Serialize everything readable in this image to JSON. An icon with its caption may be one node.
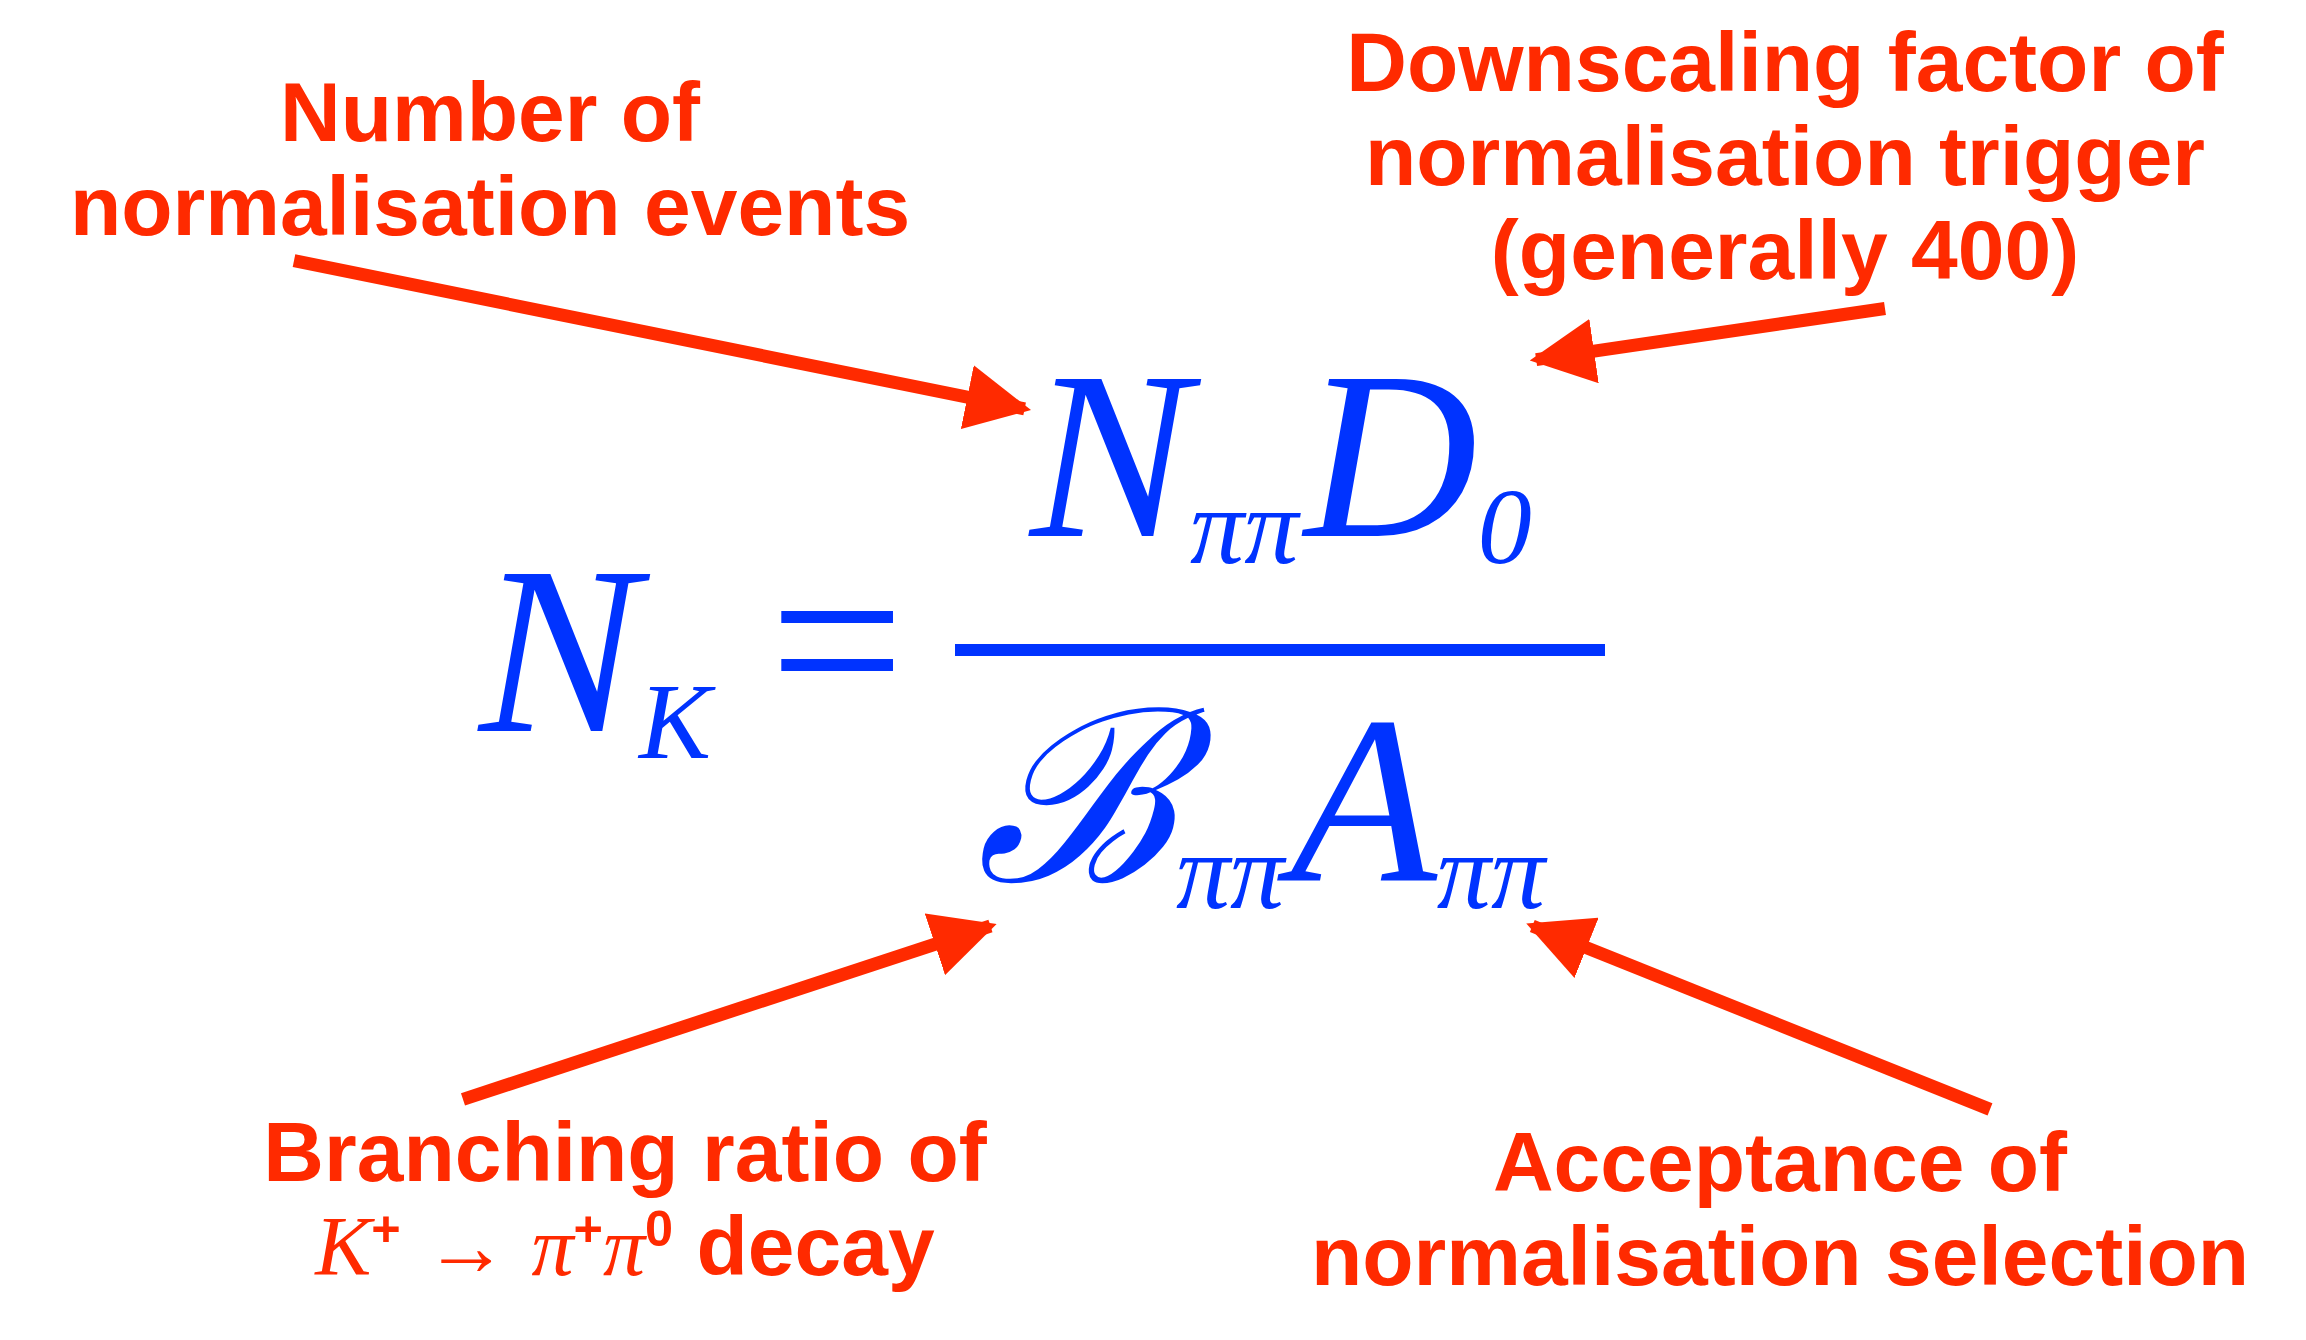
{
  "diagram": {
    "nodes": [
      {
        "text": [
          "Number of normalisation events"
        ]
      },
      {
        "text": [
          "Downscaling factor of normalisation trigger (generally 400)"
        ]
      },
      {
        "text": [
          "Branching ratio of *K*$^{+}$ → *π*$^{+}$*π*$^{0}$ decay"
        ]
      },
      {
        "text": [
          "Acceptance of normalisation selection"
        ]
      },
      {
        "text": [
          "N$_{ππ}$"
        ]
      },
      {
        "text": [
          "D$_{0}$"
        ]
      },
      {
        "text": [
          "ℬ$_{ππ}$"
        ]
      },
      {
        "text": [
          "A$_{ππ}$"
        ]
      }
    ],
    "edges": [
      {
        "from": 0,
        "to": 4,
        "arrow": "to"
      },
      {
        "from": 1,
        "to": 5,
        "arrow": "to"
      },
      {
        "from": 2,
        "to": 6,
        "arrow": "to"
      },
      {
        "from": 3,
        "to": 7,
        "arrow": "to"
      }
    ],
    "labels": [
      "N$_{K}$",
      "="
    ]
  }
}
